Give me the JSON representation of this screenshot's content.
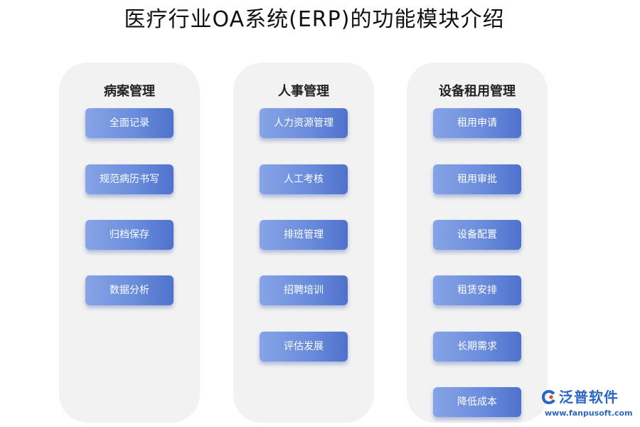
{
  "title": "医疗行业OA系统(ERP)的功能模块介绍",
  "columns": [
    {
      "header": "病案管理",
      "items": [
        "全面记录",
        "规范病历书写",
        "归档保存",
        "数据分析"
      ]
    },
    {
      "header": "人事管理",
      "items": [
        "人力资源管理",
        "人工考核",
        "排班管理",
        "招聘培训",
        "评估发展"
      ]
    },
    {
      "header": "设备租用管理",
      "items": [
        "租用申请",
        "租用审批",
        "设备配置",
        "租赁安排",
        "长期需求",
        "降低成本"
      ]
    }
  ],
  "logo": {
    "name": "泛普软件",
    "url": "www.fanpusoft.com",
    "icon": "fanpu-logo-icon"
  },
  "colors": {
    "box_start": "#86a4e6",
    "box_end": "#4f72cc",
    "column_bg": "#f2f2f2",
    "logo": "#2b66c4"
  }
}
